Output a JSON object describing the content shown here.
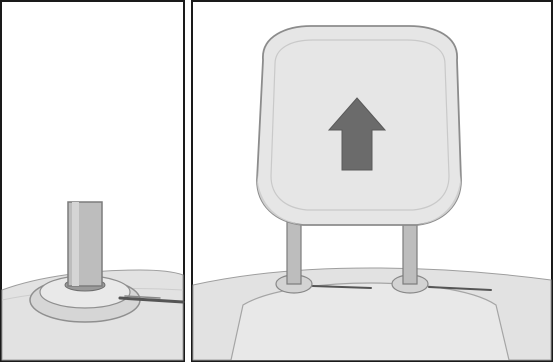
{
  "figure": {
    "panels": [
      {
        "content": "headrest-post-detail"
      },
      {
        "content": "headrest-removal"
      }
    ],
    "arrow_direction": "up",
    "colors": {
      "frame": "#1a1a1a",
      "headrest_fill": "#e6e6e6",
      "headrest_shade": "#cfcfcf",
      "seat_fill": "#e2e2e2",
      "post_fill": "#bdbdbd",
      "arrow_fill": "#6b6b6b",
      "lever_fill": "#555555"
    },
    "icons": [
      "up-arrow-icon"
    ]
  }
}
